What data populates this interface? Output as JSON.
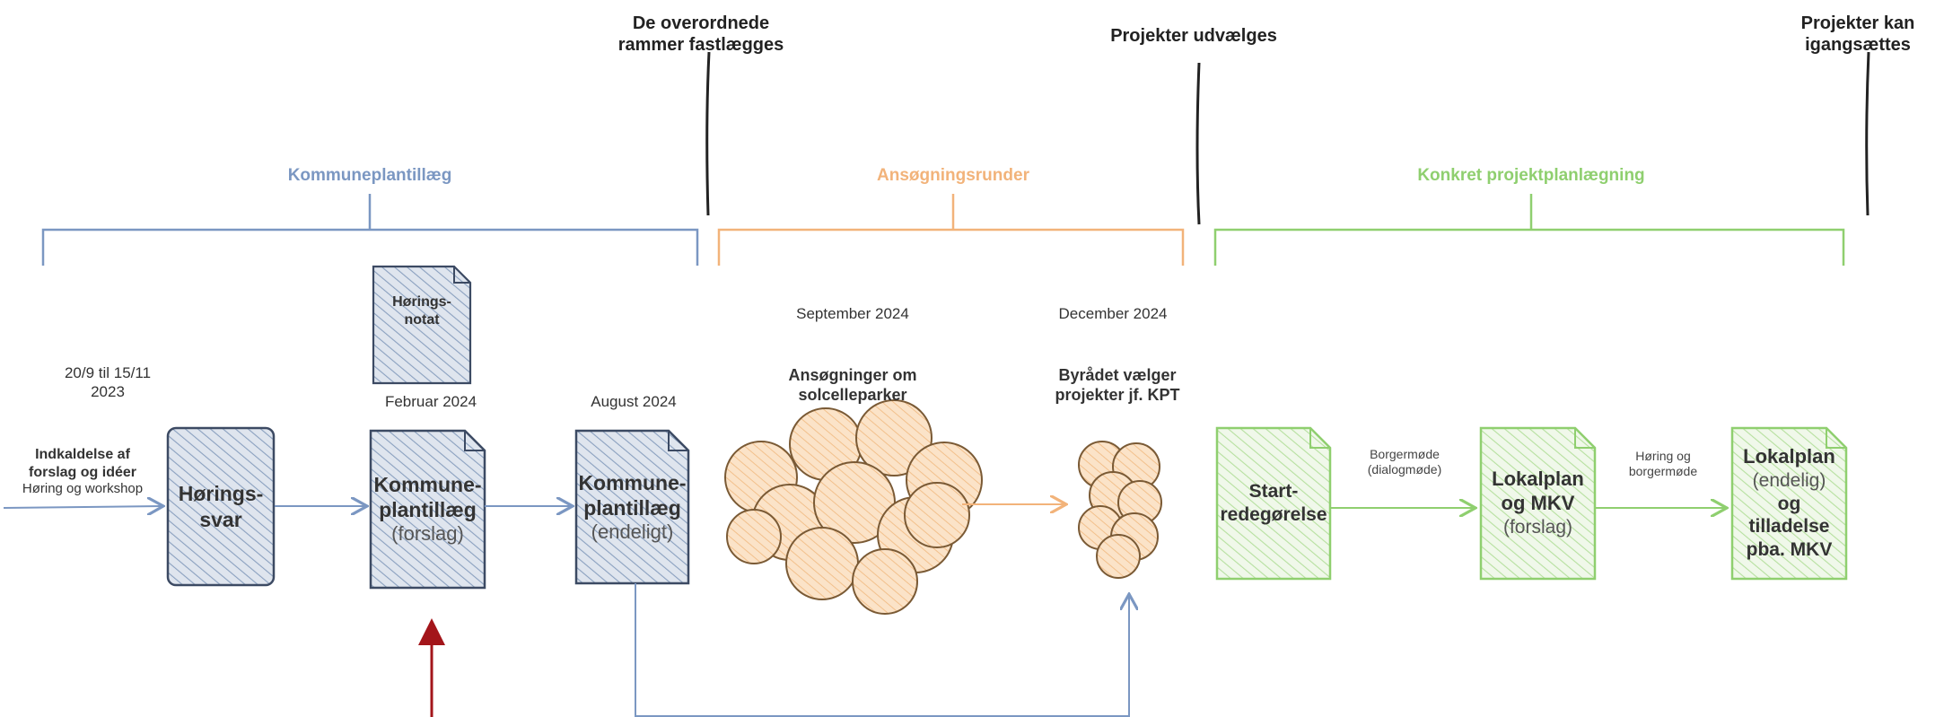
{
  "milestones": {
    "rammer": "De overordnede\nrammer fastlægges",
    "projekter_udvaelges": "Projekter udvælges",
    "igangsaettes": "Projekter kan\nigangsættes"
  },
  "phases": {
    "kommuneplantillaeg": "Kommuneplantillæg",
    "ansoegningsrunder": "Ansøgningsrunder",
    "konkret": "Konkret projektplanlægning"
  },
  "dates": {
    "d1": "20/9 til 15/11\n2023",
    "d2": "Februar 2024",
    "d3": "August 2024",
    "d4": "September 2024",
    "d5": "December 2024"
  },
  "start": {
    "title": "Indkaldelse af\nforslag og idéer",
    "sub": "Høring og workshop"
  },
  "boxes": {
    "horingssvar": "Hørings-\nsvar",
    "horingsnotat": "Hørings-\nnotat",
    "kpt_forslag_title": "Kommune-\nplantillæg",
    "kpt_forslag_sub": "(forslag)",
    "kpt_endeligt_title": "Kommune-\nplantillæg",
    "kpt_endeligt_sub": "(endeligt)",
    "ansoegninger": "Ansøgninger om\nsolcelleparker",
    "byraadet": "Byrådet vælger\nprojekter jf. KPT",
    "startredegoerelse": "Start-\nredegørelse",
    "lokalplan_forslag_title": "Lokalplan\nog MKV",
    "lokalplan_forslag_sub": "(forslag)",
    "lokalplan_endelig_1": "Lokalplan",
    "lokalplan_endelig_2": "(endelig)",
    "lokalplan_endelig_3": "og\ntilladelse\npba. MKV"
  },
  "arrow_labels": {
    "borgermoede": "Borgermøde\n(dialogmøde)",
    "horing_borgermoede": "Høring og\nborgermøde"
  },
  "colors": {
    "blue": "#7b97c2",
    "blue_fill": "#c5cfdd",
    "orange": "#f2b37a",
    "orange_fill": "#f8d6ae",
    "green": "#8fcf6f",
    "green_fill": "#dcefd0",
    "red_arrow": "#a3151a"
  }
}
